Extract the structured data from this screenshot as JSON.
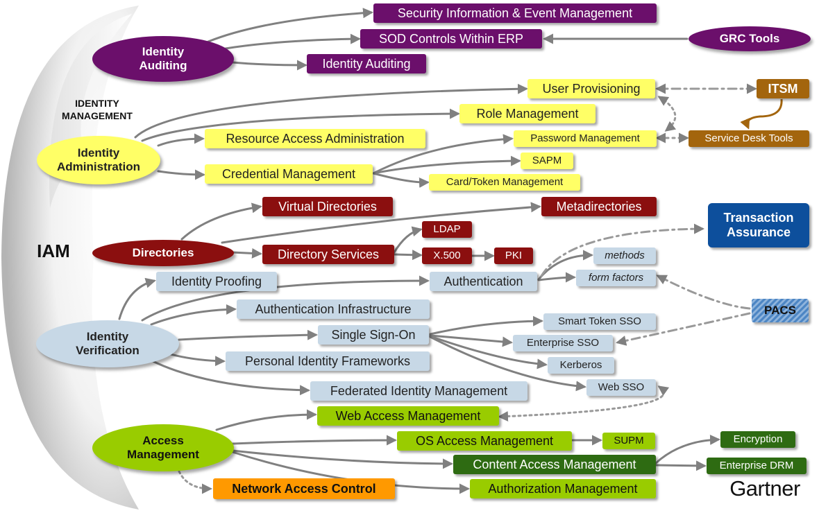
{
  "brand": "Gartner",
  "root": {
    "label": "IAM",
    "group_label": "IDENTITY MANAGEMENT"
  },
  "nodes": {
    "identity_auditing": "Identity Auditing",
    "identity_administration": "Identity Administration",
    "directories": "Directories",
    "identity_verification": "Identity Verification",
    "access_management": "Access Management",
    "siem": "Security Information & Event Management",
    "sod_controls": "SOD Controls Within ERP",
    "grc_tools": "GRC Tools",
    "identity_auditing_item": "Identity Auditing",
    "user_provisioning": "User Provisioning",
    "itsm": "ITSM",
    "role_management": "Role Management",
    "resource_access_admin": "Resource Access Administration",
    "password_management": "Password Management",
    "service_desk_tools": "Service Desk Tools",
    "sapm": "SAPM",
    "credential_management": "Credential Management",
    "card_token_management": "Card/Token Management",
    "virtual_directories": "Virtual Directories",
    "metadirectories": "Metadirectories",
    "transaction_assurance": "Transaction Assurance",
    "ldap": "LDAP",
    "directory_services": "Directory Services",
    "x500": "X.500",
    "pki": "PKI",
    "methods": "methods",
    "identity_proofing": "Identity Proofing",
    "authentication": "Authentication",
    "form_factors": "form factors",
    "pacs": "PACS",
    "authentication_infrastructure": "Authentication Infrastructure",
    "smart_token_sso": "Smart Token SSO",
    "single_sign_on": "Single Sign-On",
    "enterprise_sso": "Enterprise SSO",
    "kerberos": "Kerberos",
    "personal_identity_frameworks": "Personal Identity Frameworks",
    "web_sso": "Web SSO",
    "federated_identity_management": "Federated Identity Management",
    "web_access_management": "Web Access Management",
    "os_access_management": "OS Access Management",
    "supm": "SUPM",
    "encryption": "Encryption",
    "content_access_management": "Content Access Management",
    "enterprise_drm": "Enterprise DRM",
    "network_access_control": "Network Access Control",
    "authorization_management": "Authorization Management"
  },
  "colors": {
    "auditing": "#6b0f6b",
    "administration": "#ffff66",
    "directories": "#8b0f0f",
    "verification": "#c7d8e6",
    "access_light": "#99cc00",
    "access_dark": "#2e6b12",
    "service": "#a3650d",
    "network_access": "#ff9900",
    "transaction": "#0d4f9c",
    "connector": "#808080"
  }
}
